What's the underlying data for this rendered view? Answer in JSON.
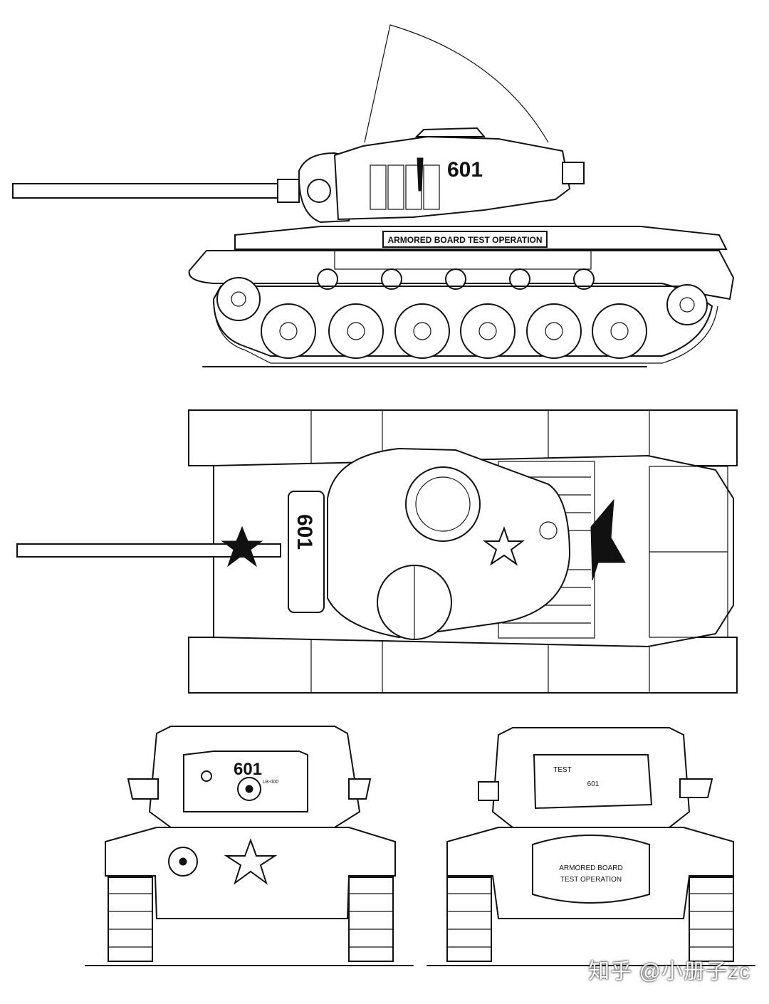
{
  "drawing": {
    "side_view": {
      "hull_number": "601",
      "hull_banner": "ARMORED BOARD TEST OPERATION"
    },
    "top_view": {
      "turret_number": "601"
    },
    "front_view": {
      "plate_number": "601",
      "plate_small": "LB-000"
    },
    "rear_view": {
      "turret_number": "601",
      "turret_text": "TEST",
      "hull_text_line1": "ARMORED BOARD",
      "hull_text_line2": "TEST OPERATION"
    }
  },
  "watermark": {
    "text": "知乎 @小册子zc"
  },
  "colors": {
    "line": "#111111",
    "paper": "#ffffff"
  }
}
